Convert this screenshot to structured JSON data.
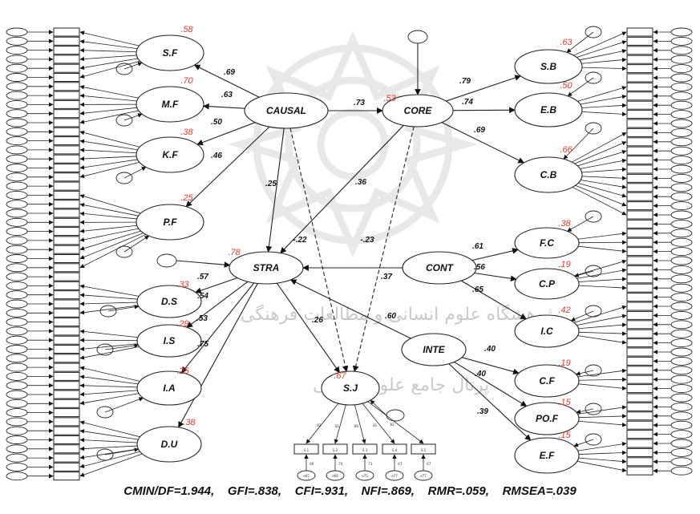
{
  "diagram": {
    "latent": [
      {
        "id": "SF",
        "label": "S.F",
        "r2": ".58"
      },
      {
        "id": "MF",
        "label": "M.F",
        "r2": ".70"
      },
      {
        "id": "KF",
        "label": "K.F",
        "r2": ".38"
      },
      {
        "id": "PF",
        "label": "P.F",
        "r2": ".25"
      },
      {
        "id": "CAUSAL",
        "label": "CAUSAL",
        "r2": ""
      },
      {
        "id": "CORE",
        "label": "CORE",
        "r2": ".53"
      },
      {
        "id": "SB",
        "label": "S.B",
        "r2": ".63"
      },
      {
        "id": "EB",
        "label": "E.B",
        "r2": ".50"
      },
      {
        "id": "CB",
        "label": "C.B",
        "r2": ".66"
      },
      {
        "id": "STRA",
        "label": "STRA",
        "r2": ".78"
      },
      {
        "id": "DS",
        "label": "D.S",
        "r2": ".33"
      },
      {
        "id": "IS",
        "label": "I.S",
        "r2": ".29"
      },
      {
        "id": "IA",
        "label": "I.A",
        "r2": ".25"
      },
      {
        "id": "DU",
        "label": "D.U",
        "r2": ".38"
      },
      {
        "id": "CONT",
        "label": "CONT",
        "r2": ""
      },
      {
        "id": "FC",
        "label": "F.C",
        "r2": ".38"
      },
      {
        "id": "CP",
        "label": "C.P",
        "r2": ".19"
      },
      {
        "id": "IC",
        "label": "I.C",
        "r2": ".42"
      },
      {
        "id": "INTE",
        "label": "INTE",
        "r2": ""
      },
      {
        "id": "CF",
        "label": "C.F",
        "r2": ".19"
      },
      {
        "id": "POF",
        "label": "PO.F",
        "r2": ".15"
      },
      {
        "id": "EF",
        "label": "E.F",
        "r2": ".15"
      },
      {
        "id": "SJ",
        "label": "S.J",
        "r2": ".67"
      }
    ],
    "paths": [
      {
        "from": "CAUSAL",
        "to": "SF",
        "coef": ".69"
      },
      {
        "from": "CAUSAL",
        "to": "MF",
        "coef": ".63"
      },
      {
        "from": "CAUSAL",
        "to": "KF",
        "coef": ".50"
      },
      {
        "from": "CAUSAL",
        "to": "PF",
        "coef": ".46"
      },
      {
        "from": "CAUSAL",
        "to": "CORE",
        "coef": ".73"
      },
      {
        "from": "CAUSAL",
        "to": "STRA",
        "coef": ".25"
      },
      {
        "from": "CAUSAL",
        "to": "SJ",
        "coef": "-.22"
      },
      {
        "from": "CORE",
        "to": "SB",
        "coef": ".79"
      },
      {
        "from": "CORE",
        "to": "EB",
        "coef": ".74"
      },
      {
        "from": "CORE",
        "to": "CB",
        "coef": ".69"
      },
      {
        "from": "CORE",
        "to": "STRA",
        "coef": ".36"
      },
      {
        "from": "CORE",
        "to": "SJ",
        "coef": "-.23"
      },
      {
        "from": "CONT",
        "to": "STRA",
        "coef": ".37"
      },
      {
        "from": "CONT",
        "to": "FC",
        "coef": ".61"
      },
      {
        "from": "CONT",
        "to": "CP",
        "coef": ".56"
      },
      {
        "from": "CONT",
        "to": "IC",
        "coef": ".65"
      },
      {
        "from": "INTE",
        "to": "STRA",
        "coef": ".60"
      },
      {
        "from": "INTE",
        "to": "CF",
        "coef": ".40"
      },
      {
        "from": "INTE",
        "to": "POF",
        "coef": ".40"
      },
      {
        "from": "INTE",
        "to": "EF",
        "coef": ".39"
      },
      {
        "from": "STRA",
        "to": "DS",
        "coef": ".57"
      },
      {
        "from": "STRA",
        "to": "IS",
        "coef": ".54"
      },
      {
        "from": "STRA",
        "to": "IA",
        "coef": ".53"
      },
      {
        "from": "STRA",
        "to": "DU",
        "coef": ".75"
      },
      {
        "from": "STRA",
        "to": "SJ",
        "coef": ".26"
      }
    ],
    "sj_loadings": [
      ".82",
      ".81",
      ".86",
      ".81",
      ".82"
    ],
    "sj_indicators": [
      "S.1",
      "S.2",
      "S.3",
      "S.4",
      "S.5"
    ],
    "sj_error_values": [
      ".66",
      ".70",
      ".73",
      ".67",
      ".67"
    ],
    "sj_errors": [
      "e65",
      "e66",
      "e75",
      "e77",
      "e77"
    ],
    "fit_indices": "CMIN/DF=1.944,    GFI=.838,    CFI=.931,    NFI=.869,    RMR=.059,    RMSEA=.039"
  },
  "watermark": {
    "line1": "ﭘﮋوﻫﺸﮕﺎه ﻋﻠﻮم اﻧﺴﺎﻧﯽ و ﻣﻄﺎﻟﻌﺎت ﻓﺮﻫﻨﮕﯽ",
    "line2": "ﭘﺮﺗﺎل ﺟﺎﻣﻊ ﻋﻠﻮم اﻧﺴﺎﻧﯽ"
  }
}
